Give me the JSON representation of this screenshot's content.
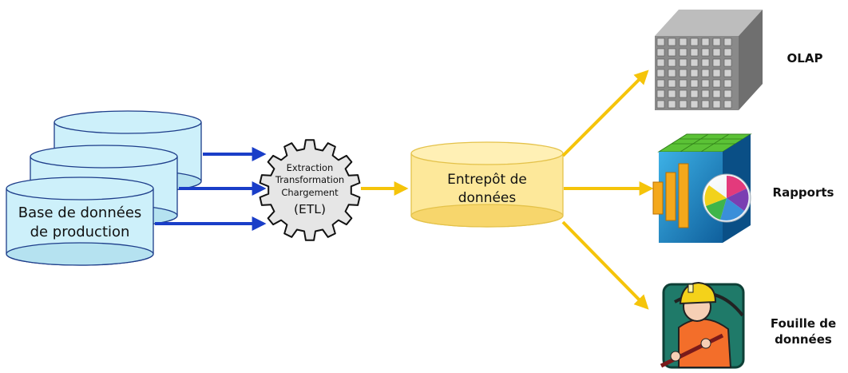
{
  "source": {
    "label_line1": "Base de données",
    "label_line2": "de production"
  },
  "etl": {
    "line1": "Extraction",
    "line2": "Transformation",
    "line3": "Chargement",
    "line4": "(ETL)"
  },
  "warehouse": {
    "label_line1": "Entrepôt de",
    "label_line2": "données"
  },
  "outputs": {
    "olap": "OLAP",
    "reports": "Rapports",
    "mining_line1": "Fouille de",
    "mining_line2": "données"
  },
  "colors": {
    "source_fill": "#cdf0fa",
    "source_stroke": "#1d3d8a",
    "blue_arrow": "#1a3ec8",
    "gold_arrow": "#f5c40a",
    "warehouse_fill": "#fde89a",
    "gear_fill": "#e6e6e6"
  },
  "icons": {
    "olap": "olap-cube-icon",
    "reports": "reports-chart-icon",
    "mining": "miner-icon"
  }
}
